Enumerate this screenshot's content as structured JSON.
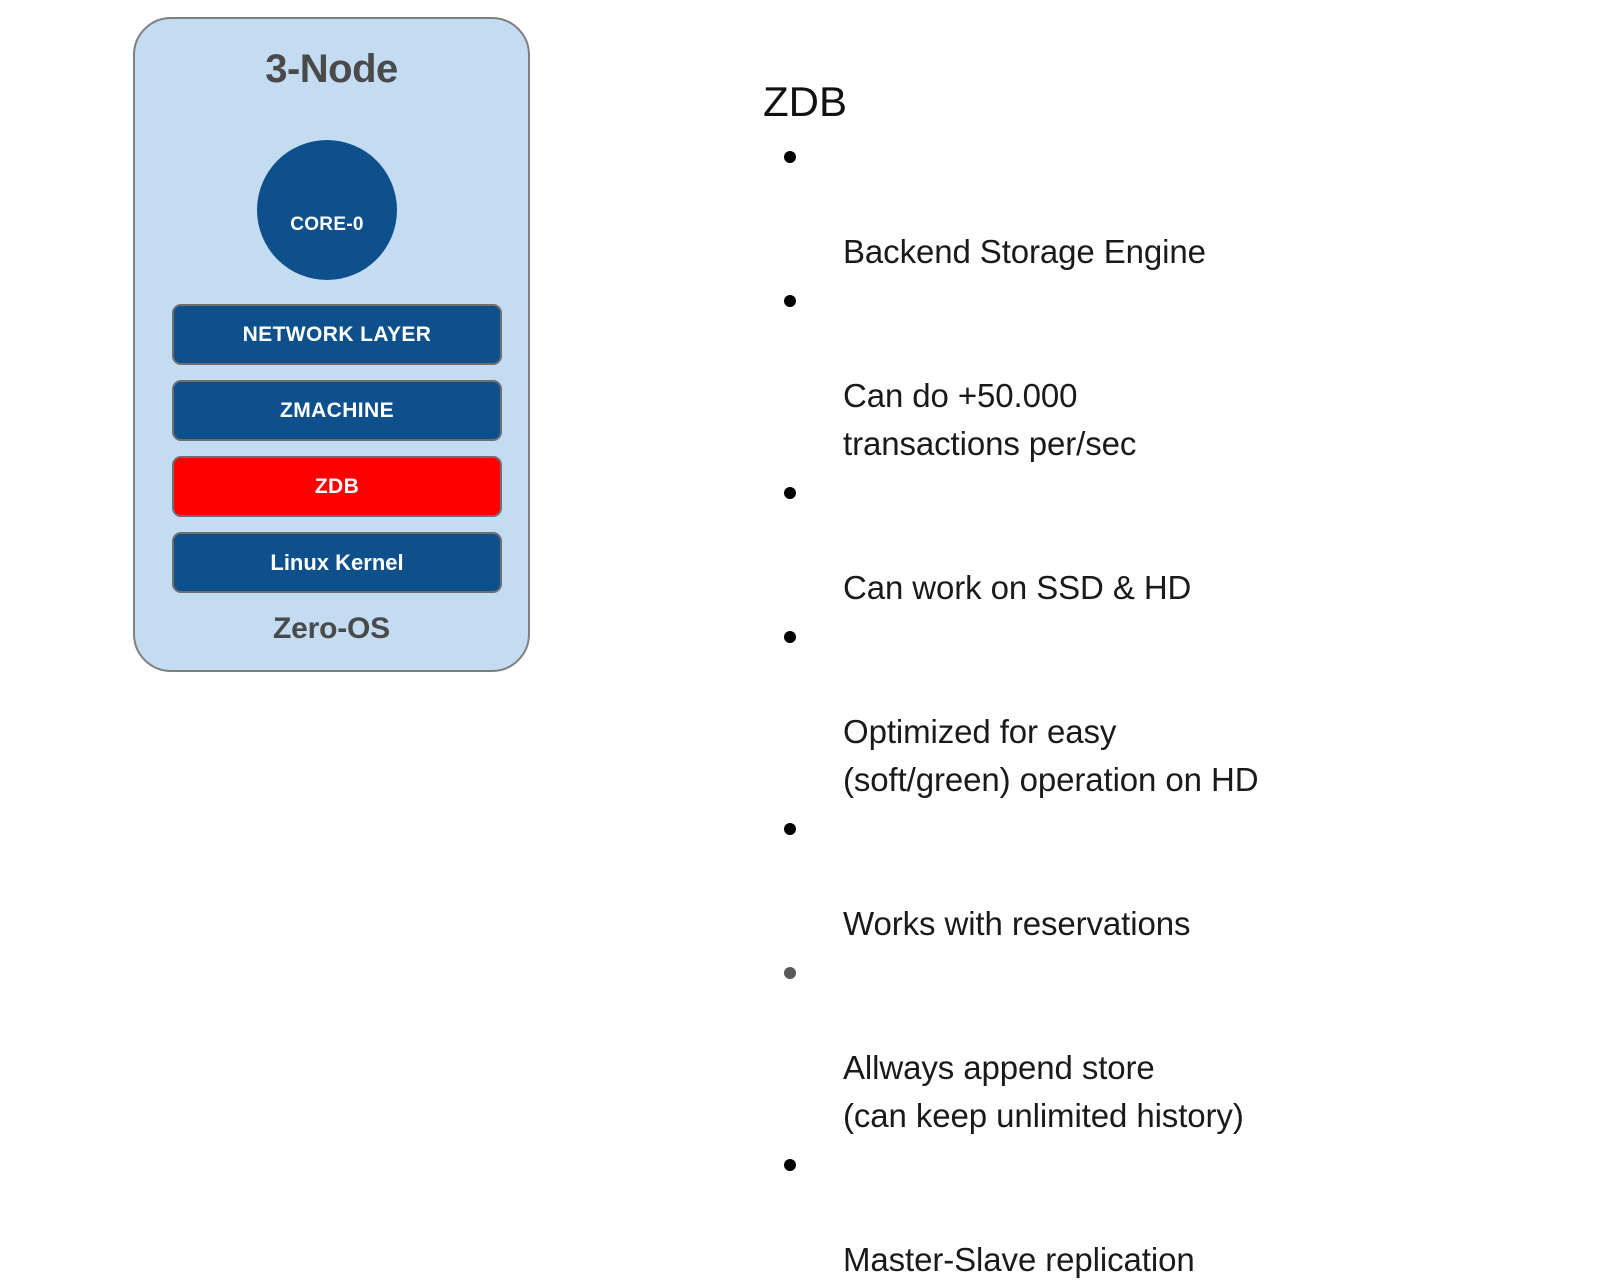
{
  "node_panel": {
    "title": "3-Node",
    "footer": "Zero-OS",
    "core": {
      "label": "CORE-0"
    },
    "layers": [
      {
        "label": "NETWORK LAYER",
        "color": "#0d508c",
        "style": "upper",
        "highlighted": false
      },
      {
        "label": "ZMACHINE",
        "color": "#0d508c",
        "style": "upper",
        "highlighted": false
      },
      {
        "label": "ZDB",
        "color": "#ff0000",
        "style": "upper",
        "highlighted": true
      },
      {
        "label": "Linux Kernel",
        "color": "#0d508c",
        "style": "mixed",
        "highlighted": false
      }
    ],
    "colors": {
      "panel_background": "#c3dcf2",
      "panel_border": "#7f7f7f",
      "blue": "#0d508c",
      "red": "#ff0000",
      "title_text": "#4a4a4a"
    }
  },
  "zdb": {
    "heading": "ZDB",
    "bullets": [
      {
        "text": "Backend Storage Engine",
        "dot_color": "#000000"
      },
      {
        "text": "Can do +50.000\ntransactions per/sec",
        "dot_color": "#000000"
      },
      {
        "text": "Can work on SSD & HD",
        "dot_color": "#000000"
      },
      {
        "text": "Optimized for easy\n(soft/green) operation on HD",
        "dot_color": "#000000"
      },
      {
        "text": "Works with reservations",
        "dot_color": "#000000"
      },
      {
        "text": "Allways append store\n(can keep unlimited history)",
        "dot_color": "#585858"
      },
      {
        "text": "Master-Slave replication",
        "dot_color": "#000000"
      }
    ]
  }
}
